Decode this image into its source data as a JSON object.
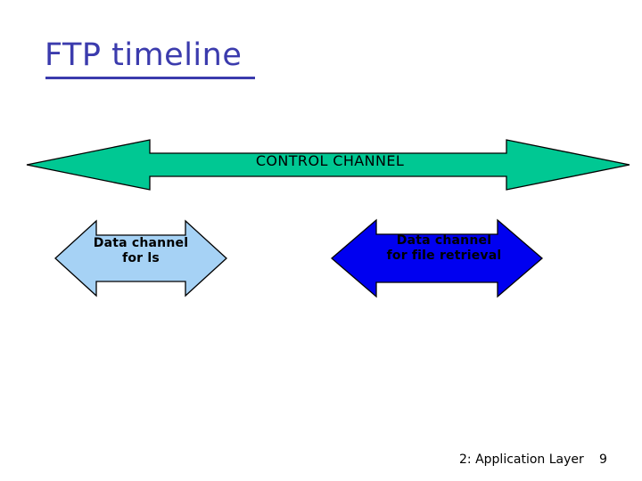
{
  "slide": {
    "title": "FTP timeline",
    "title_color": "#3B3BAD",
    "background_color": "#FFFFFF"
  },
  "arrows": [
    {
      "name": "control-channel",
      "label": "CONTROL CHANNEL",
      "fill_color": "#00C893",
      "stroke_color": "#000000",
      "direction": "double",
      "text_color": "#000000"
    },
    {
      "name": "data-channel-ls",
      "label": "Data channel\nfor ls",
      "fill_color": "#A6D2F5",
      "stroke_color": "#000000",
      "direction": "double",
      "text_color": "#000000"
    },
    {
      "name": "data-channel-file-retrieval",
      "label": "Data channel\nfor file retrieval",
      "fill_color": "#0000F0",
      "stroke_color": "#000000",
      "direction": "double",
      "text_color": "#000000"
    }
  ],
  "footer": {
    "section": "2: Application Layer",
    "page_number": "9"
  }
}
